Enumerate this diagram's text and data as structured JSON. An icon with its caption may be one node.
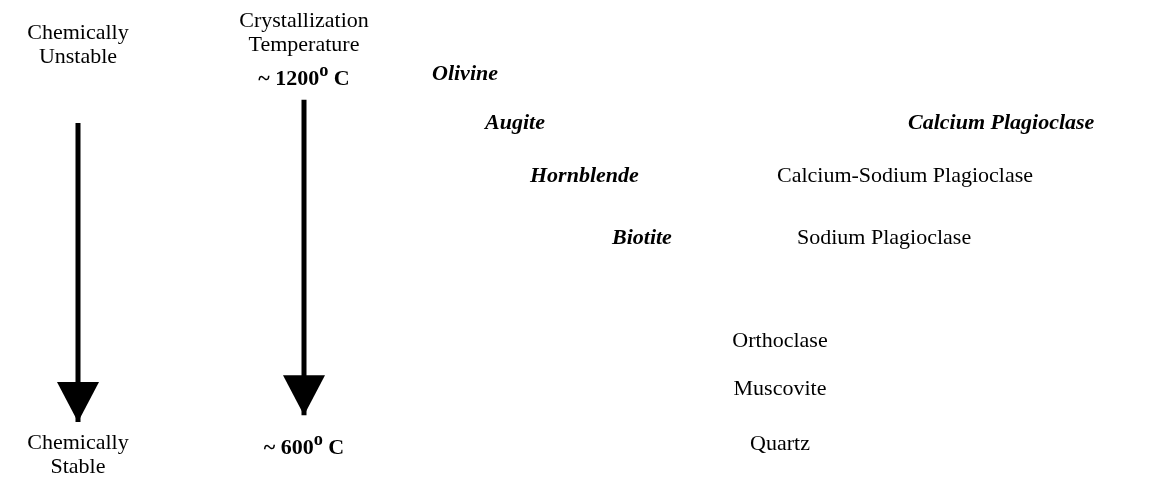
{
  "diagram": {
    "nodes": [
      {
        "text": [
          "Chemically Unstable"
        ]
      },
      {
        "text": [
          "~ 1200$^{o}$ C"
        ]
      },
      {
        "text": [
          "Chemically Stable"
        ]
      },
      {
        "text": [
          "~ 600$^{o}$ C"
        ]
      }
    ],
    "edges": [
      {
        "from": 0,
        "to": 2,
        "arrow": "to"
      },
      {
        "from": 1,
        "to": 3,
        "arrow": "to"
      }
    ],
    "labels": [
      "Crystallization Temperature",
      "Olivine",
      "Augite",
      "Calcium Plagioclase",
      "Hornblende",
      "Calcium-Sodium Plagioclase",
      "Biotite",
      "Sodium Plagioclase",
      "Orthoclase",
      "Muscovite",
      "Quartz"
    ]
  }
}
